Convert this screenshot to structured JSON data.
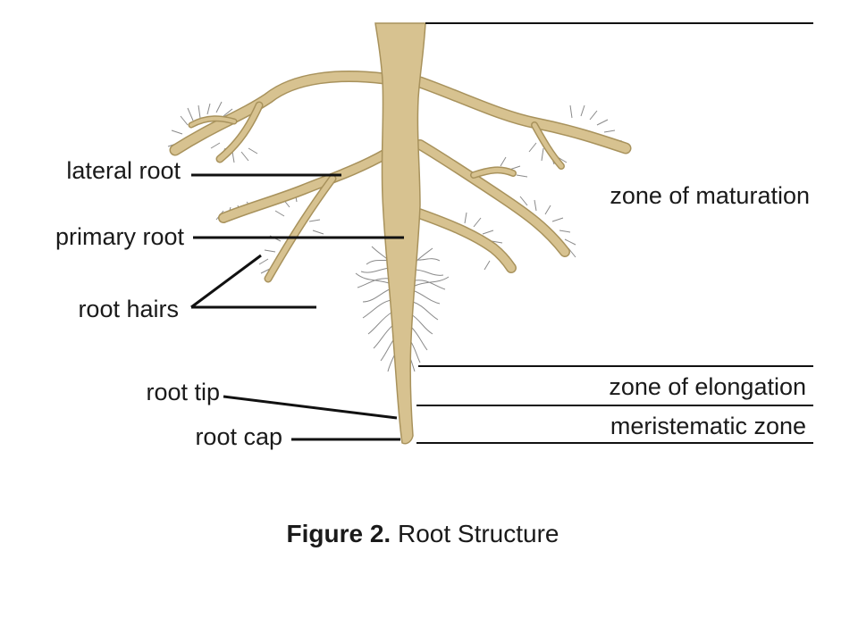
{
  "labels": {
    "lateral_root": "lateral root",
    "primary_root": "primary root",
    "root_hairs": "root hairs",
    "root_tip": "root tip",
    "root_cap": "root cap",
    "zone_maturation": "zone of maturation",
    "zone_elongation": "zone of elongation",
    "meristematic_zone": "meristematic zone"
  },
  "caption": {
    "prefix": "Figure 2.",
    "title": " Root Structure"
  },
  "colors": {
    "root_fill": "#d7c290",
    "root_outline": "#a8925c",
    "root_hairs": "#8a8a8a",
    "lines": "#111111"
  }
}
